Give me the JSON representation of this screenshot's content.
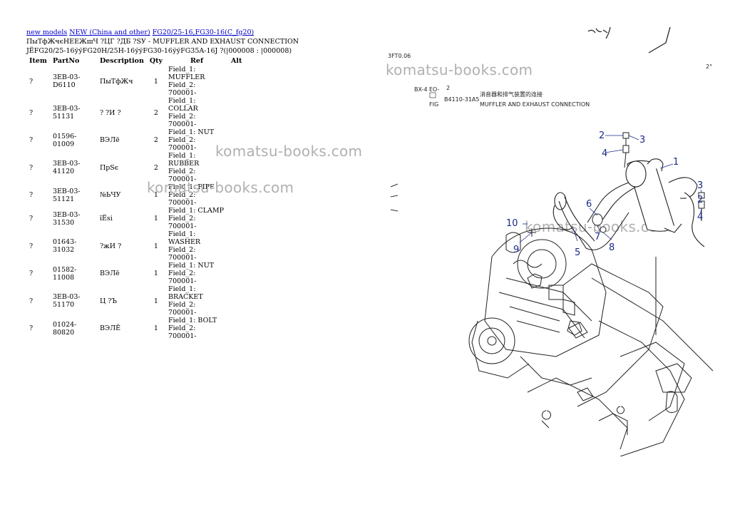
{
  "breadcrumb": {
    "link1": "new models",
    "link2": "NEW (China and other)",
    "link3": "FG20/25-16,FG30-16(C_fg20)"
  },
  "header": {
    "line2": "ПыТфЖчєНЕЕЖшЧ ?ЦГ ?ДБ ?SУ - MUFFLER AND EXHAUST CONNECTION",
    "line3": "JЁFG20/25-16ўўFG20H/25H-16ўўFG30-16ўўFG35A-16J ?(|000008 : |000008)"
  },
  "table": {
    "headers": [
      "Item",
      "PartNo",
      "Description",
      "Qty",
      "Ref",
      "Alt"
    ],
    "rows": [
      {
        "item": "?",
        "part": "3EB-03-D6110",
        "desc": "ПыТфЖч",
        "qty": "1",
        "f1": "Field_1: MUFFLER",
        "f2": "Field_2: 700001-"
      },
      {
        "item": "?",
        "part": "3EB-03-51131",
        "desc": "? ?И ?",
        "qty": "2",
        "f1": "Field_1: COLLAR",
        "f2": "Field_2: 700001-"
      },
      {
        "item": "?",
        "part": "01596-01009",
        "desc": "ВЭЛё",
        "qty": "2",
        "f1": "Field_1: NUT",
        "f2": "Field_2: 700001-"
      },
      {
        "item": "?",
        "part": "3EB-03-41120",
        "desc": "ПрЅє",
        "qty": "2",
        "f1": "Field_1: RUBBER",
        "f2": "Field_2: 700001-"
      },
      {
        "item": "?",
        "part": "3EB-03-51121",
        "desc": "№ЬЧУ",
        "qty": "1",
        "f1": "Field_1: PIPE",
        "f2": "Field_2: 700001-"
      },
      {
        "item": "?",
        "part": "3EB-03-31530",
        "desc": "їЁѕі",
        "qty": "1",
        "f1": "Field_1: CLAMP",
        "f2": "Field_2: 700001-"
      },
      {
        "item": "?",
        "part": "01643-31032",
        "desc": "?жИ ?",
        "qty": "1",
        "f1": "Field_1: WASHER",
        "f2": "Field_2: 700001-"
      },
      {
        "item": "?",
        "part": "01582-11008",
        "desc": "ВЭЛё",
        "qty": "1",
        "f1": "Field_1: NUT",
        "f2": "Field_2: 700001-"
      },
      {
        "item": "?",
        "part": "3EB-03-51170",
        "desc": "Ц ?Ъ",
        "qty": "1",
        "f1": "Field_1: BRACKET",
        "f2": "Field_2: 700001-"
      },
      {
        "item": "?",
        "part": "01024-80820",
        "desc": "ВЭЛЁ",
        "qty": "1",
        "f1": "Field_1: BOLT",
        "f2": "Field_2: 700001-"
      }
    ]
  },
  "watermark": "komatsu-books.com",
  "diagram": {
    "code_top": "3FT0.06",
    "bx_label": "BX-4",
    "eo_label": "EO-",
    "eo_value": "2",
    "fig_label": "FIG",
    "fig_code": "B4110-31A5",
    "title_cn": "消音器和排气装置的连接",
    "title_en": "MUFFLER AND EXHAUST CONNECTION",
    "callouts": [
      "1",
      "2",
      "3",
      "4",
      "3",
      "2",
      "4",
      "5",
      "6",
      "7",
      "8",
      "9",
      "10"
    ]
  }
}
